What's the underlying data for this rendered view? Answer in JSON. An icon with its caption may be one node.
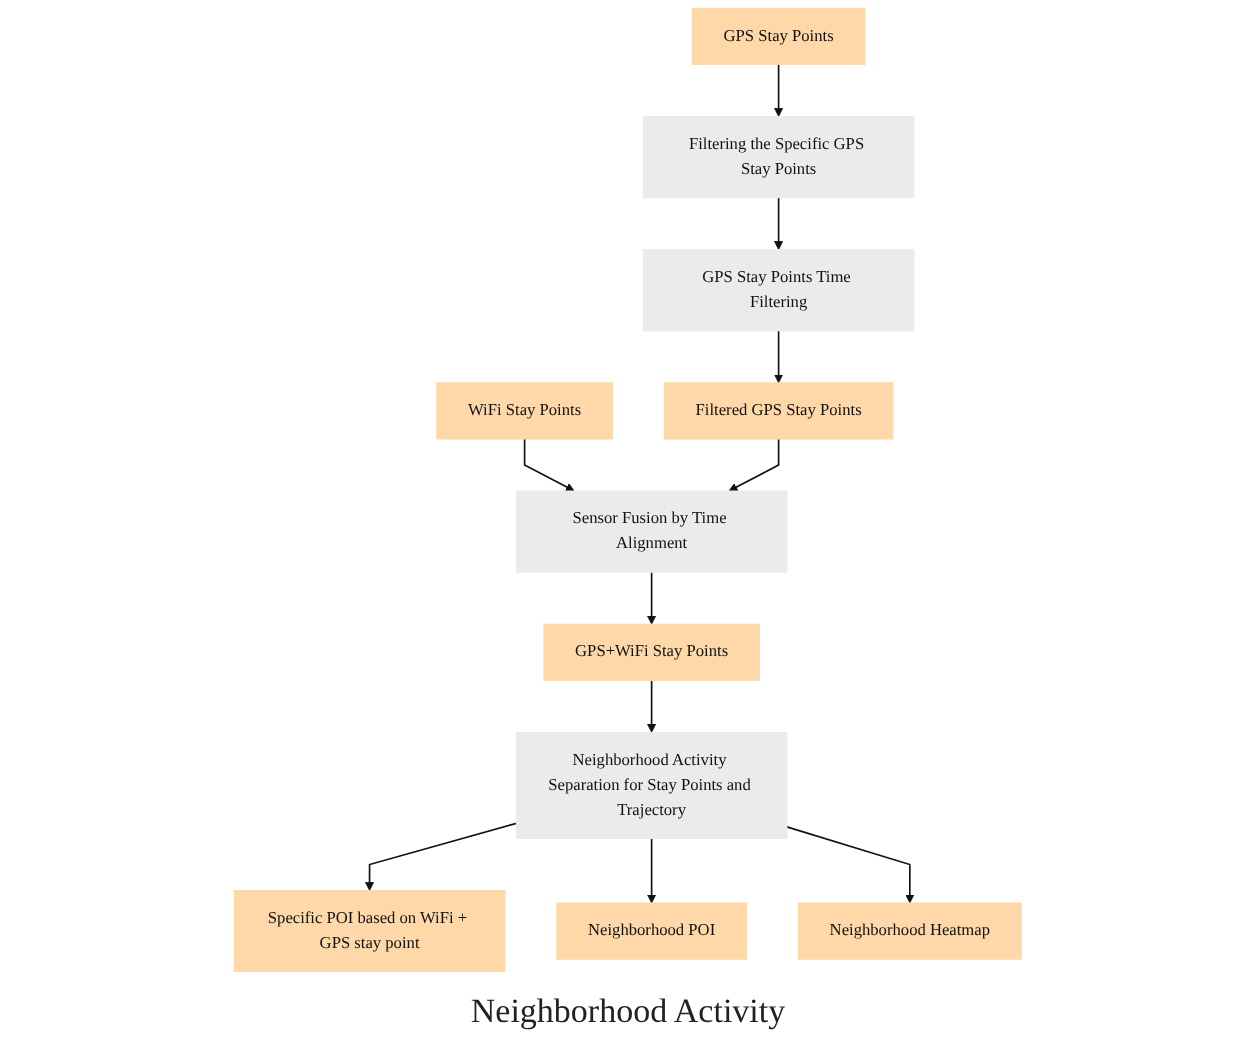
{
  "diagram": {
    "nodes": [
      {
        "text": [
          "WiFi Stay Points"
        ]
      },
      {
        "text": [
          "GPS Stay Points"
        ]
      },
      {
        "text": [
          "Sensor Fusion by Time Alignment"
        ]
      },
      {
        "text": [
          "GPS+WiFi Stay Points"
        ]
      },
      {
        "text": [
          "Filtering the Specific GPS Stay Points"
        ]
      },
      {
        "text": [
          "GPS Stay Points Time Filtering"
        ]
      },
      {
        "text": [
          "Filtered GPS Stay Points"
        ]
      },
      {
        "text": [
          "Neighborhood Activity Separation for Stay Points and Trajectory"
        ]
      },
      {
        "text": [
          "Specific POI based on WiFi + GPS stay point"
        ]
      },
      {
        "text": [
          "Neighborhood POI"
        ]
      },
      {
        "text": [
          "Neighborhood Heatmap"
        ]
      }
    ],
    "edges": [
      {
        "from": 0,
        "to": 2,
        "arrow": "to"
      },
      {
        "from": 1,
        "to": 4,
        "arrow": "to"
      },
      {
        "from": 4,
        "to": 5,
        "arrow": "to"
      },
      {
        "from": 5,
        "to": 6,
        "arrow": "to"
      },
      {
        "from": 6,
        "to": 2,
        "arrow": "to"
      },
      {
        "from": 2,
        "to": 3,
        "arrow": "to"
      },
      {
        "from": 3,
        "to": 7,
        "arrow": "to"
      },
      {
        "from": 7,
        "to": 8,
        "arrow": "to"
      },
      {
        "from": 7,
        "to": 9,
        "arrow": "to"
      },
      {
        "from": 7,
        "to": 10,
        "arrow": "to"
      }
    ],
    "labels": [
      "Neighborhood Activity"
    ]
  }
}
